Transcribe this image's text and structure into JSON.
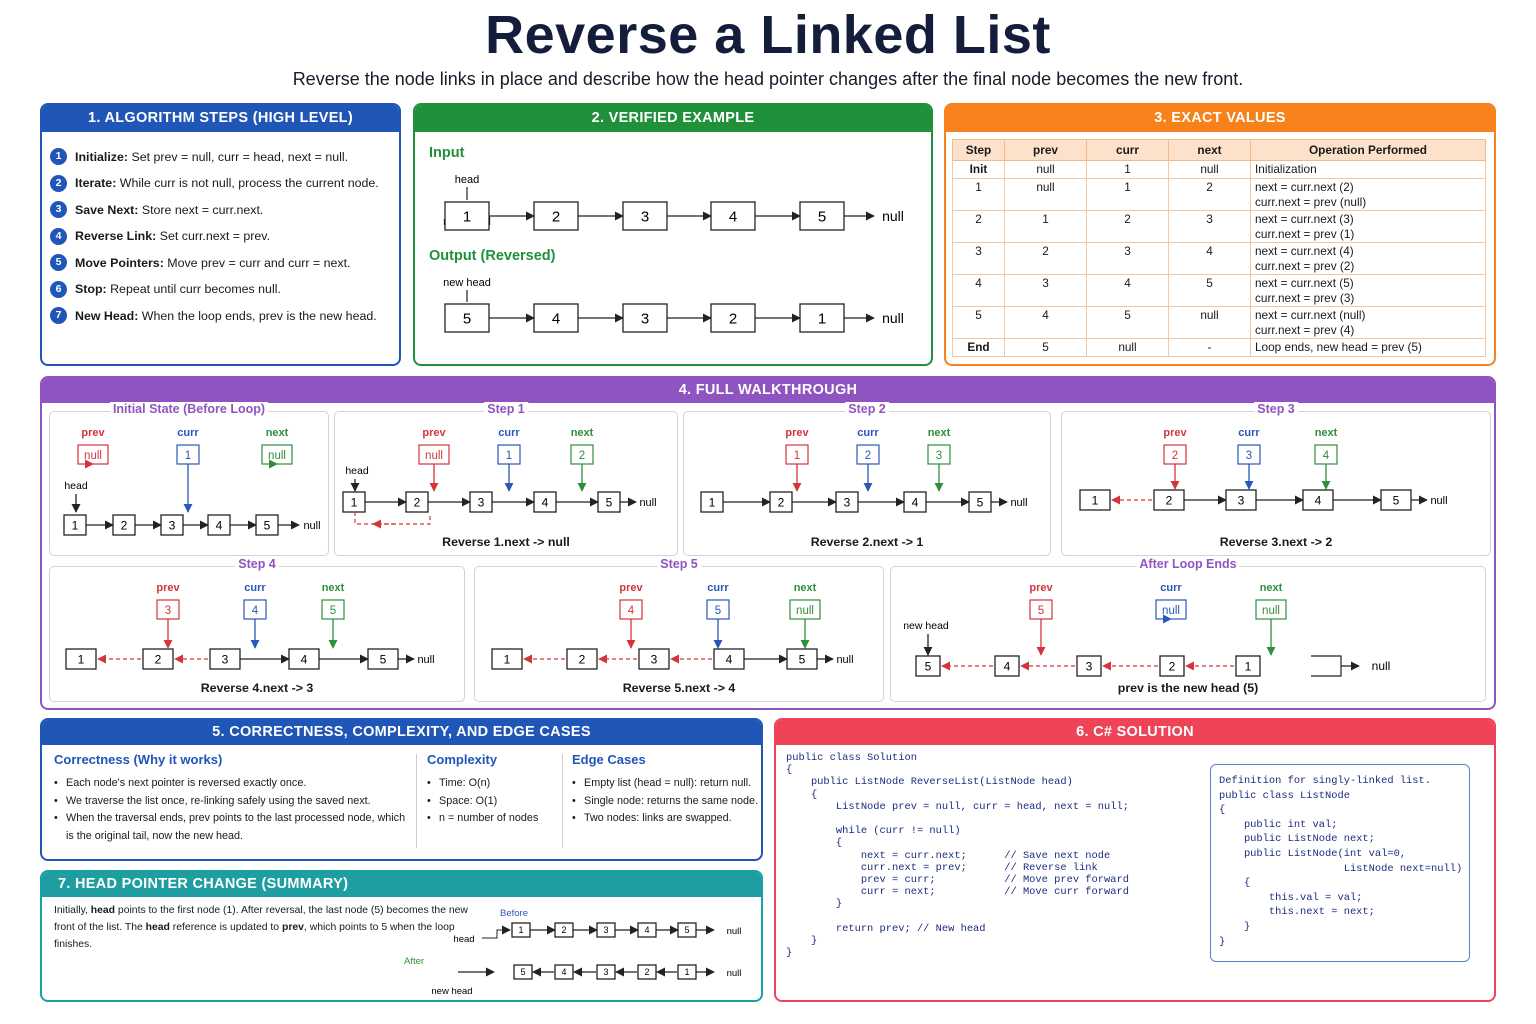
{
  "title": "Reverse a Linked List",
  "subtitle": "Reverse the node links in place and describe how the head pointer changes after the final node becomes the new front.",
  "colors": {
    "blue": "#1f56b8",
    "green": "#21903b",
    "orange": "#f7821c",
    "purple": "#8f54c2",
    "red": "#ef4457",
    "teal": "#1e9ea0",
    "prev": "#d4343b",
    "curr": "#2a57b8",
    "next": "#2e8f3a"
  },
  "steps_panel": {
    "header": "1. ALGORITHM STEPS (HIGH LEVEL)",
    "items": [
      {
        "n": "1",
        "term": "Initialize:",
        "text": " Set prev = null, curr = head, next = null."
      },
      {
        "n": "2",
        "term": "Iterate:",
        "text": " While curr is not null, process the current node."
      },
      {
        "n": "3",
        "term": "Save Next:",
        "text": " Store next = curr.next."
      },
      {
        "n": "4",
        "term": "Reverse Link:",
        "text": " Set curr.next = prev."
      },
      {
        "n": "5",
        "term": "Move Pointers:",
        "text": " Move prev = curr and curr = next."
      },
      {
        "n": "6",
        "term": "Stop:",
        "text": " Repeat until curr becomes null."
      },
      {
        "n": "7",
        "term": "New Head:",
        "text": " When the loop ends, prev is the new head."
      }
    ]
  },
  "example": {
    "header": "2. VERIFIED EXAMPLE",
    "input_label": "Input",
    "output_label": "Output (Reversed)",
    "head": "head",
    "new_head": "new head",
    "input": [
      "1",
      "2",
      "3",
      "4",
      "5"
    ],
    "output": [
      "5",
      "4",
      "3",
      "2",
      "1"
    ],
    "null": "null"
  },
  "values": {
    "header": "3. EXACT VALUES",
    "columns": [
      "Step",
      "prev",
      "curr",
      "next",
      "Operation Performed"
    ],
    "rows": [
      {
        "step": "Init",
        "prev": "null",
        "curr": "1",
        "next": "null",
        "op1": "Initialization",
        "op2": ""
      },
      {
        "step": "1",
        "prev": "null",
        "curr": "1",
        "next": "2",
        "op1": "next = curr.next (2)",
        "op2": "curr.next = prev (null)"
      },
      {
        "step": "2",
        "prev": "1",
        "curr": "2",
        "next": "3",
        "op1": "next = curr.next (3)",
        "op2": "curr.next = prev (1)"
      },
      {
        "step": "3",
        "prev": "2",
        "curr": "3",
        "next": "4",
        "op1": "next = curr.next (4)",
        "op2": "curr.next = prev (2)"
      },
      {
        "step": "4",
        "prev": "3",
        "curr": "4",
        "next": "5",
        "op1": "next = curr.next (5)",
        "op2": "curr.next = prev (3)"
      },
      {
        "step": "5",
        "prev": "4",
        "curr": "5",
        "next": "null",
        "op1": "next = curr.next (null)",
        "op2": "curr.next = prev (4)"
      },
      {
        "step": "End",
        "prev": "5",
        "curr": "null",
        "next": "-",
        "op1": "Loop ends, new head = prev (5)",
        "op2": ""
      }
    ]
  },
  "walk": {
    "header": "4. FULL WALKTHROUGH",
    "labels": {
      "prev": "prev",
      "curr": "curr",
      "next": "next",
      "head": "head",
      "new_head": "new head",
      "null": "null"
    },
    "init": {
      "title": "Initial State (Before Loop)",
      "prev": "null",
      "curr": "1",
      "next": "null"
    },
    "s1": {
      "title": "Step 1",
      "prev": "null",
      "curr": "1",
      "next": "2",
      "caption": "Reverse 1.next -> null"
    },
    "s2": {
      "title": "Step 2",
      "prev": "1",
      "curr": "2",
      "next": "3",
      "caption": "Reverse 2.next -> 1"
    },
    "s3": {
      "title": "Step 3",
      "prev": "2",
      "curr": "3",
      "next": "4",
      "caption": "Reverse 3.next -> 2"
    },
    "s4": {
      "title": "Step 4",
      "prev": "3",
      "curr": "4",
      "next": "5",
      "caption": "Reverse 4.next -> 3"
    },
    "s5": {
      "title": "Step 5",
      "prev": "4",
      "curr": "5",
      "next": "null",
      "caption": "Reverse 5.next -> 4"
    },
    "end": {
      "title": "After Loop Ends",
      "prev": "5",
      "curr": "null",
      "next": "null",
      "caption": "prev is the new head (5)"
    }
  },
  "correct": {
    "header": "5. CORRECTNESS, COMPLEXITY, AND EDGE CASES",
    "c1_title": "Correctness (Why it works)",
    "c1": [
      "Each node's next pointer is reversed exactly once.",
      "We traverse the list once, re-linking safely using the saved next.",
      "When the traversal ends, prev points to the last processed node, which is the original tail, now the new head."
    ],
    "c2_title": "Complexity",
    "c2": [
      "Time: O(n)",
      "Space: O(1)",
      "n = number of nodes"
    ],
    "c3_title": "Edge Cases",
    "c3": [
      "Empty list (head = null): return null.",
      "Single node: returns the same node.",
      "Two nodes: links are swapped."
    ]
  },
  "summary": {
    "header": "7. HEAD POINTER CHANGE (SUMMARY)",
    "p1": "Initially, ",
    "b1": "head",
    "p2": " points to the first node (1). After reversal, the last node (5) becomes the new front of the list. The ",
    "b2": "head",
    "p3": " reference is updated to ",
    "b3": "prev",
    "p4": ", which points to 5 when the loop finishes.",
    "before": "Before",
    "after": "After",
    "head": "head",
    "new_head": "new head",
    "null": "null",
    "list_before": [
      "1",
      "2",
      "3",
      "4",
      "5"
    ],
    "list_after": [
      "5",
      "4",
      "3",
      "2",
      "1"
    ]
  },
  "code": {
    "header": "6. C# SOLUTION",
    "main": "public class Solution\n{\n    public ListNode ReverseList(ListNode head)\n    {\n        ListNode prev = null, curr = head, next = null;\n\n        while (curr != null)\n        {\n            next = curr.next;      // Save next node\n            curr.next = prev;      // Reverse link\n            prev = curr;           // Move prev forward\n            curr = next;           // Move curr forward\n        }\n\n        return prev; // New head\n    }\n}",
    "def": "Definition for singly-linked list.\npublic class ListNode\n{\n    public int val;\n    public ListNode next;\n    public ListNode(int val=0,\n                    ListNode next=null)\n    {\n        this.val = val;\n        this.next = next;\n    }\n}"
  }
}
